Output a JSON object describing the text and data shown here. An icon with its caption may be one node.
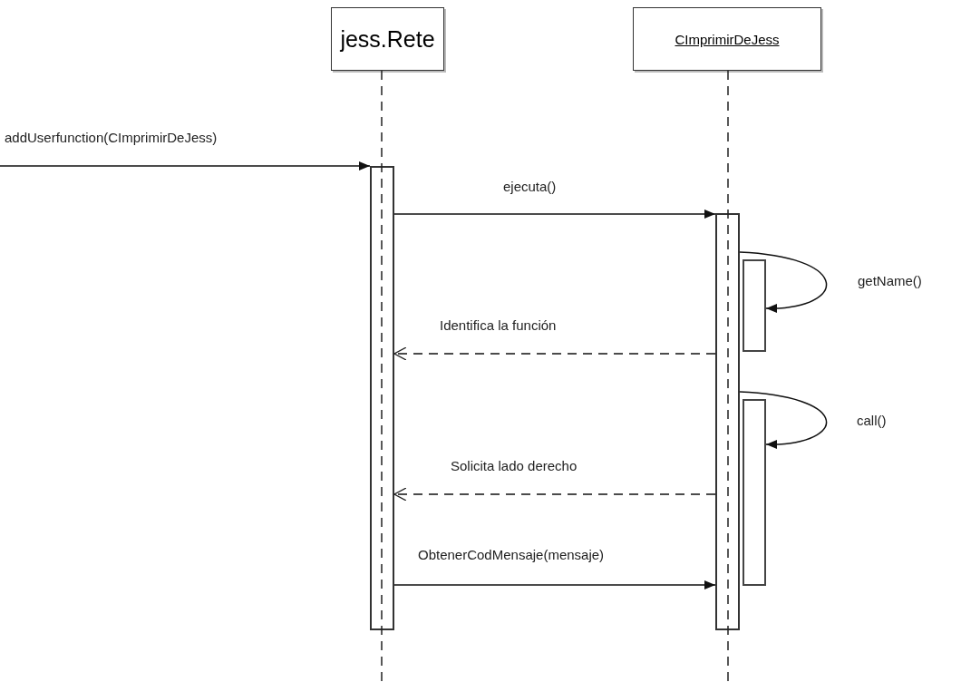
{
  "diagram": {
    "nodes": [
      {
        "text": [
          "jess.Rete"
        ]
      },
      {
        "text": [
          "CImprimirDeJess"
        ]
      },
      {
        "text": [],
        "shape": "bar"
      },
      {
        "text": [],
        "shape": "bar"
      },
      {
        "text": [],
        "shape": "bar"
      },
      {
        "text": [],
        "shape": "bar"
      }
    ],
    "edges": [
      {
        "from": null,
        "to": 2,
        "arrow": "to",
        "label": "addUserfunction(CImprimirDeJess)"
      },
      {
        "from": 2,
        "to": 3,
        "arrow": "to",
        "label": "ejecuta()"
      },
      {
        "from": 3,
        "to": 4,
        "arrow": "to",
        "label": "getName()"
      },
      {
        "from": 3,
        "to": 2,
        "arrow": "to",
        "label": "Identifica la función",
        "style": "dashed"
      },
      {
        "from": 3,
        "to": 5,
        "arrow": "to",
        "label": "call()"
      },
      {
        "from": 3,
        "to": 2,
        "arrow": "to",
        "label": "Solicita lado derecho",
        "style": "dashed"
      },
      {
        "from": 2,
        "to": 3,
        "arrow": "to",
        "label": "ObtenerCodMensaje(mensaje)"
      }
    ]
  }
}
